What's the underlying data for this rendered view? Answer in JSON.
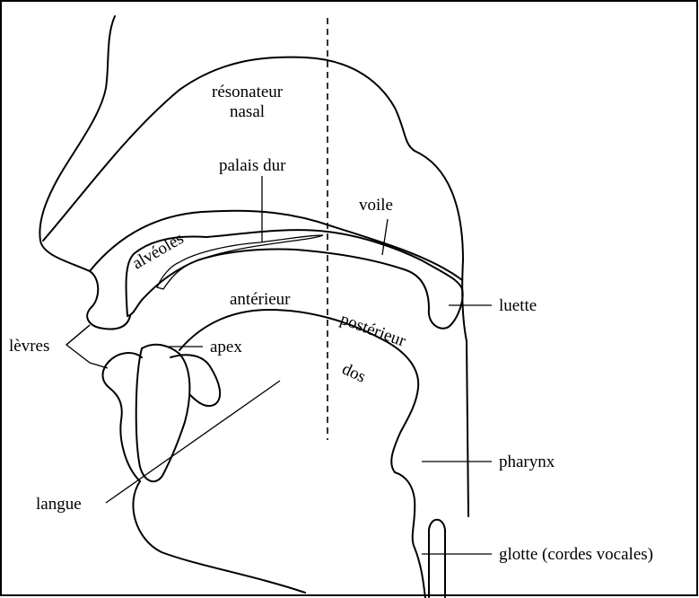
{
  "labels": {
    "resonateur": "résonateur",
    "nasal": "nasal",
    "palais_dur": "palais dur",
    "voile": "voile",
    "alveoles": "alvéoles",
    "luette": "luette",
    "anterieur": "antérieur",
    "posterieur": "postérieur",
    "levres": "lèvres",
    "apex": "apex",
    "dos": "dos",
    "pharynx": "pharynx",
    "langue": "langue",
    "glotte": "glotte (cordes vocales)"
  }
}
